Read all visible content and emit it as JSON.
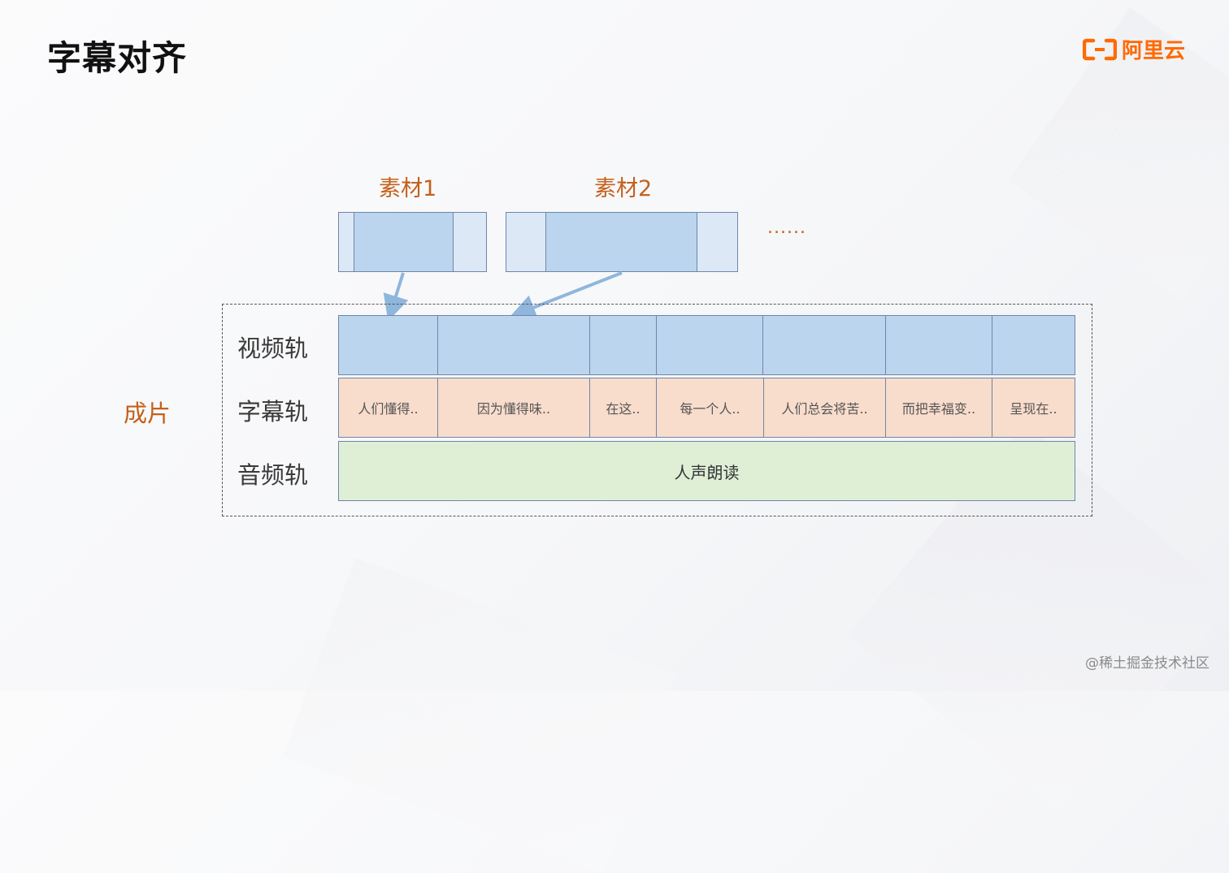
{
  "slide": {
    "title": "字幕对齐",
    "logo_text": "阿里云",
    "watermark": "@稀土掘金技术社区"
  },
  "materials": {
    "material1_label": "素材1",
    "material2_label": "素材2",
    "more": "......"
  },
  "composition": {
    "final_label": "成片",
    "tracks": {
      "video": "视频轨",
      "subtitle": "字幕轨",
      "audio": "音频轨"
    },
    "subtitles": [
      "人们懂得..",
      "因为懂得味..",
      "在这..",
      "每一个人..",
      "人们总会将苦..",
      "而把幸福变..",
      "呈现在.."
    ],
    "audio_clip": "人声朗读"
  },
  "colors": {
    "accent_orange": "#c5601b",
    "brand_orange": "#ff6a00",
    "video_blue": "#bcd5ee",
    "subtitle_peach": "#f8dccc",
    "audio_green": "#deefd6",
    "arrow_blue": "#8fb6dc"
  }
}
